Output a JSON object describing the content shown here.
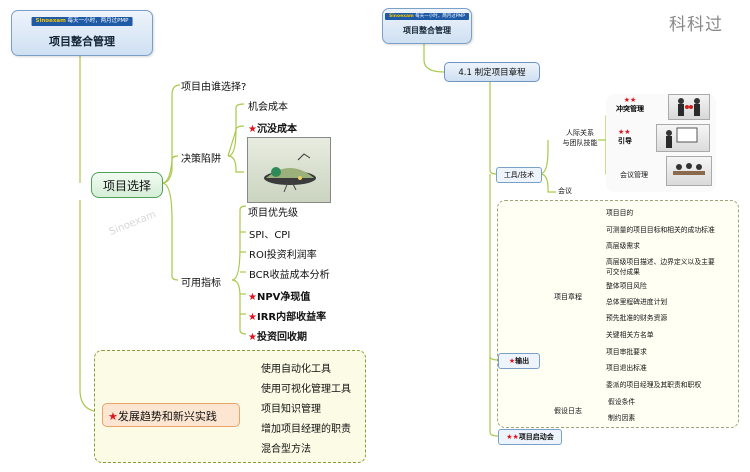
{
  "brand": "科科过",
  "banner": {
    "logo": "Sinoexam",
    "tagline": "每天一小时，两月过PMP"
  },
  "left": {
    "root_title": "项目整合管理",
    "center": "项目选择",
    "q": "项目由谁选择?",
    "trap": "决策陷阱",
    "trap_items": [
      "机会成本",
      "沉没成本"
    ],
    "priority": "项目优先级",
    "metrics": "可用指标",
    "metric_items": [
      "SPI、CPI",
      "ROI投资利润率",
      "BCR收益成本分析",
      "NPV净现值",
      "IRR内部收益率",
      "投资回收期"
    ],
    "trend": "发展趋势和新兴实践",
    "trend_items": [
      "使用自动化工具",
      "使用可视化管理工具",
      "项目知识管理",
      "增加项目经理的职责",
      "混合型方法"
    ],
    "star": "★"
  },
  "right": {
    "root_title": "项目整合管理",
    "process": "4.1 制定项目章程",
    "tools": "工具/技术",
    "interpersonal": [
      "人际关系",
      "与团队技能"
    ],
    "conflict": "冲突管理",
    "guide": "引导",
    "meeting_mgmt": "会议管理",
    "meeting": "会议",
    "output": "输出",
    "charter": "项目章程",
    "charter_items": [
      "项目目的",
      "可测量的项目目标和相关的成功标准",
      "高层级需求",
      "高层级项目描述、边界定义以及主要",
      "可交付成果",
      "整体项目风险",
      "总体里程碑进度计划",
      "预先批准的财务资源",
      "关键相关方名单",
      "项目审批要求",
      "项目退出标准",
      "委派的项目经理及其职责和职权"
    ],
    "assumption_log": "假设日志",
    "assumption_items": [
      "假设条件",
      "制约因素"
    ],
    "kickoff": "项目启动会",
    "stars1": "★",
    "stars2": "★★"
  }
}
